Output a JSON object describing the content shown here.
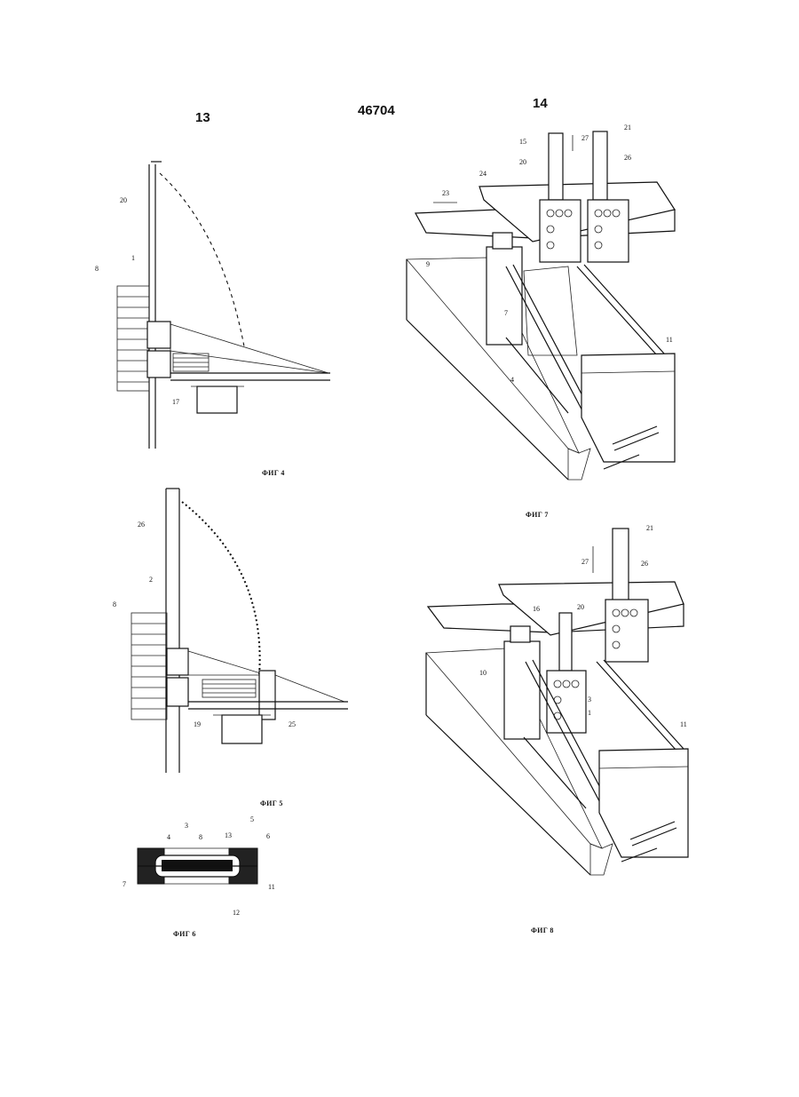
{
  "header": {
    "left_page": "13",
    "patent_number": "46704",
    "right_page": "14"
  },
  "captions": {
    "fig4": "ФИГ 4",
    "fig5": "ФИГ 5",
    "fig6": "ФИГ 6",
    "fig7": "ФИГ 7",
    "fig8": "ФИГ 8"
  },
  "fig4_labels": {
    "l20": "20",
    "l8": "8",
    "l1": "1",
    "l17": "17"
  },
  "fig5_labels": {
    "l26": "26",
    "l2": "2",
    "l8": "8",
    "l19": "19",
    "l25": "25"
  },
  "fig6_labels": {
    "l4": "4",
    "l3": "3",
    "l8": "8",
    "l13": "13",
    "l5": "5",
    "l6": "6",
    "l7": "7",
    "l11": "11",
    "l12": "12"
  },
  "fig7_labels": {
    "l15": "15",
    "l27": "27",
    "l21": "21",
    "l20": "20",
    "l26": "26",
    "l24": "24",
    "l23": "23",
    "l9": "9",
    "l7": "7",
    "l4": "4",
    "l11": "11"
  },
  "fig8_labels": {
    "l21": "21",
    "l27": "27",
    "l26": "26",
    "l16": "16",
    "l20": "20",
    "l10": "10",
    "l3": "3",
    "l1": "1",
    "l11": "11"
  }
}
